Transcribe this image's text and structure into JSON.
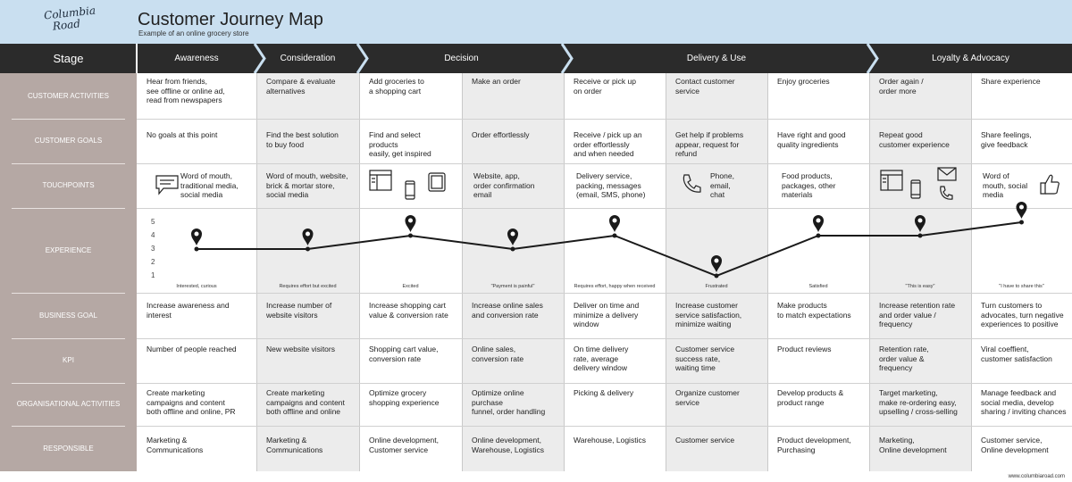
{
  "header": {
    "logo_line1": "Columbia",
    "logo_line2": "Road",
    "title": "Customer Journey Map",
    "subtitle": "Example of an online grocery store"
  },
  "stage_label": "Stage",
  "stages": [
    "Awareness",
    "Consideration",
    "Decision",
    "Delivery & Use",
    "Loyalty & Advocacy"
  ],
  "rows": [
    "CUSTOMER ACTIVITIES",
    "CUSTOMER GOALS",
    "TOUCHPOINTS",
    "EXPERIENCE",
    "BUSINESS GOAL",
    "KPI",
    "ORGANISATIONAL ACTIVITIES",
    "RESPONSIBLE"
  ],
  "columns": [
    {
      "activity": "Hear from friends,\nsee offline or online ad,\nread from newspapers",
      "goal": "No goals at this point",
      "touchpoint": "Word of mouth,\ntraditional media,\nsocial media",
      "emotion": "Interested, curious",
      "business": "Increase awareness and\ninterest",
      "kpi": "Number of people reached",
      "org": "Create marketing\ncampaigns and content\nboth offline and online, PR",
      "responsible": "Marketing &\nCommunications"
    },
    {
      "activity": "Compare & evaluate\nalternatives",
      "goal": "Find the best solution\nto buy food",
      "touchpoint": "Word of mouth, website,\nbrick & mortar store,\nsocial media",
      "emotion": "Requires effort but excited",
      "business": "Increase number of\nwebsite visitors",
      "kpi": "New website visitors",
      "org": "Create marketing\ncampaigns and content\nboth offline and online",
      "responsible": "Marketing &\nCommunications"
    },
    {
      "activity": "Add groceries to\na shopping cart",
      "goal": "Find and select\nproducts\neasily, get inspired",
      "touchpoint": "",
      "emotion": "Excited",
      "business": "Increase shopping cart\nvalue & conversion rate",
      "kpi": "Shopping cart value,\nconversion rate",
      "org": "Optimize grocery\nshopping experience",
      "responsible": "Online development,\nCustomer service"
    },
    {
      "activity": "Make an order",
      "goal": "Order effortlessly",
      "touchpoint": "Website, app,\norder confirmation\nemail",
      "emotion": "\"Payment is painful\"",
      "business": "Increase online sales\nand conversion rate",
      "kpi": "Online sales,\nconversion rate",
      "org": "Optimize online\npurchase\nfunnel, order handling",
      "responsible": "Online development,\nWarehouse, Logistics"
    },
    {
      "activity": "Receive or pick up\non order",
      "goal": "Receive / pick up an\norder effortlessly\nand when needed",
      "touchpoint": "Delivery service,\npacking, messages\n(email, SMS, phone)",
      "emotion": "Requires effort, happy when received",
      "business": "Deliver on time and\nminimize a delivery\nwindow",
      "kpi": "On time delivery\nrate, average\ndelivery window",
      "org": "Picking & delivery",
      "responsible": "Warehouse, Logistics"
    },
    {
      "activity": "Contact customer\nservice",
      "goal": "Get help if problems\nappear, request for\nrefund",
      "touchpoint": "Phone,\nemail,\nchat",
      "emotion": "Frustrated",
      "business": "Increase customer\nservice satisfaction,\nminimize waiting",
      "kpi": "Customer service\nsuccess rate,\nwaiting time",
      "org": "Organize customer\nservice",
      "responsible": "Customer service"
    },
    {
      "activity": "Enjoy groceries",
      "goal": "Have right and good\nquality ingredients",
      "touchpoint": "Food products,\npackages, other\nmaterials",
      "emotion": "Satisfied",
      "business": "Make products\nto match expectations",
      "kpi": "Product reviews",
      "org": "Develop products &\nproduct range",
      "responsible": "Product development,\nPurchasing"
    },
    {
      "activity": "Order again /\norder more",
      "goal": "Repeat good\ncustomer experience",
      "touchpoint": "",
      "emotion": "\"This is easy\"",
      "business": "Increase retention rate\nand order value /\nfrequency",
      "kpi": "Retention rate,\norder value &\nfrequency",
      "org": "Target marketing,\nmake re-ordering easy,\nupselling / cross-selling",
      "responsible": "Marketing,\nOnline development"
    },
    {
      "activity": "Share experience",
      "goal": "Share feelings,\ngive feedback",
      "touchpoint": "Word of\nmouth, social\nmedia",
      "emotion": "\"I have to share this\"",
      "business": "Turn customers to\nadvocates, turn negative\nexperiences to positive",
      "kpi": "Viral coeffient,\ncustomer satisfaction",
      "org": "Manage feedback and\nsocial media, develop\nsharing / inviting chances",
      "responsible": "Customer service,\nOnline development"
    }
  ],
  "chart_data": {
    "type": "line",
    "yticks": [
      "1",
      "2",
      "3",
      "4",
      "5"
    ],
    "ylim": [
      1,
      5
    ],
    "values": [
      3,
      3,
      4,
      3,
      4,
      1,
      4,
      4,
      5
    ],
    "categories": [
      "Interested, curious",
      "Requires effort but excited",
      "Excited",
      "\"Payment is painful\"",
      "Requires effort, happy when received",
      "Frustrated",
      "Satisfied",
      "\"This is easy\"",
      "\"I have to share this\""
    ]
  },
  "footer": "www.columbiaroad.com",
  "colors": {
    "header": "#c9dff0",
    "stagebar": "#2b2b2b",
    "sidebar": "#b5a8a4",
    "shade": "#ececec"
  }
}
